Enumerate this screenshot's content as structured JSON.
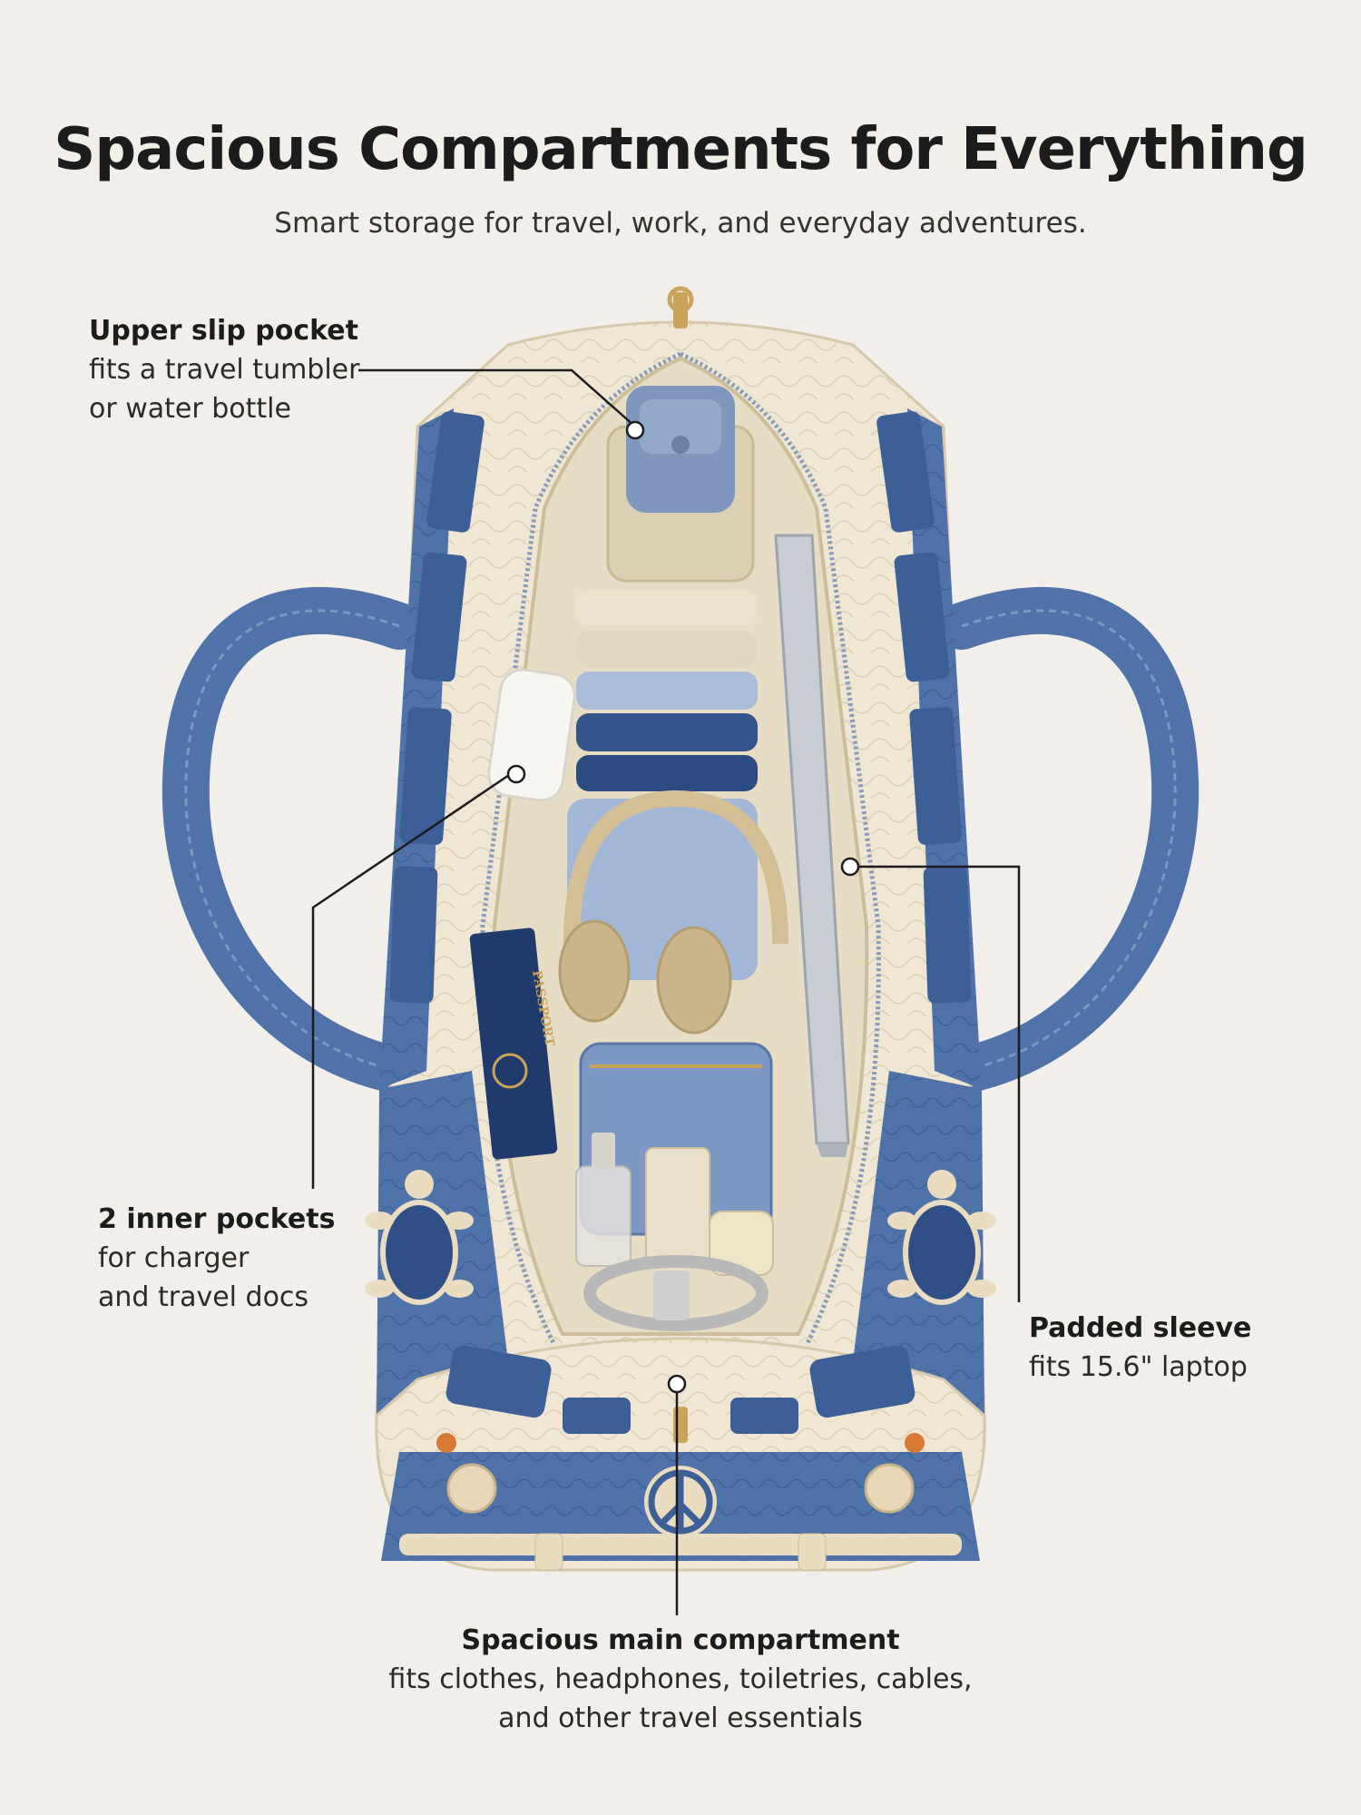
{
  "header": {
    "title": "Spacious Compartments for Everything",
    "subtitle": "Smart storage for travel, work, and everyday adventures."
  },
  "callouts": {
    "upper_slip_pocket": {
      "title": "Upper slip pocket",
      "line1": "fits a travel tumbler",
      "line2": "or water bottle"
    },
    "inner_pockets": {
      "title": "2 inner pockets",
      "line1": "for charger",
      "line2": "and travel docs"
    },
    "padded_sleeve": {
      "title": "Padded sleeve",
      "line1": "fits 15.6\" laptop"
    },
    "main_compartment": {
      "title": "Spacious main compartment",
      "line1": "fits clothes, headphones, toiletries, cables,",
      "line2": "and other travel essentials"
    }
  },
  "artwork": {
    "passport_label": "PASSPORT",
    "colors": {
      "background": "#f2efea",
      "cream_fabric": "#efe6d4",
      "denim_blue": "#4f73a8",
      "navy": "#26457a",
      "brass": "#c9a45a",
      "orange_light": "#d87a34"
    }
  }
}
